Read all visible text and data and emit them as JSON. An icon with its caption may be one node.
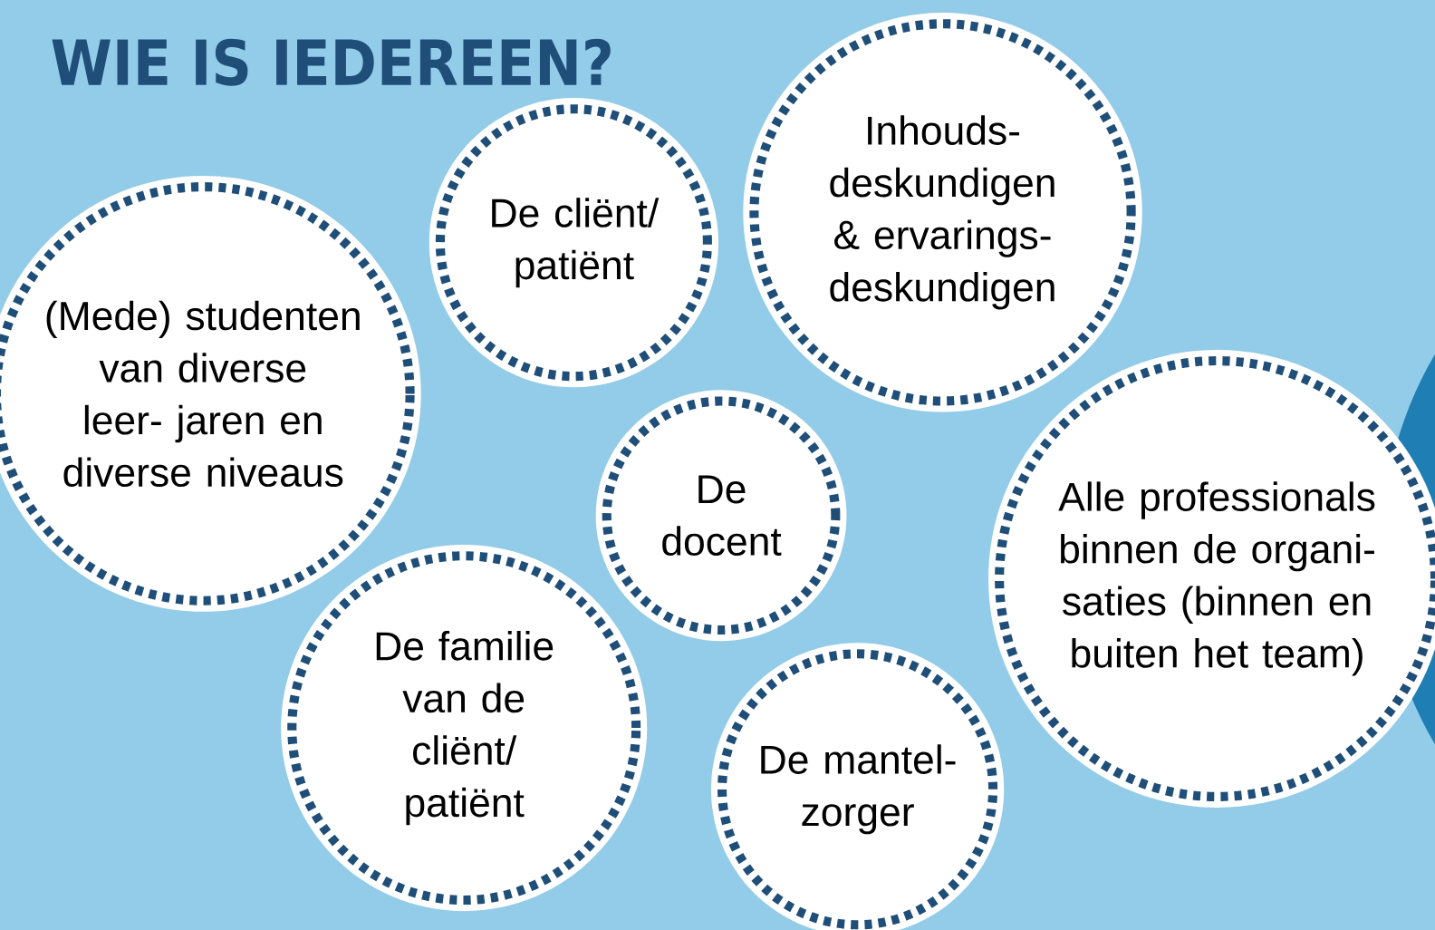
{
  "diagram": {
    "title": "WIE IS IEDEREEN?",
    "nodes": [
      {
        "text": [
          "(Mede) studenten van diverse leer- jaren en diverse niveaus"
        ]
      },
      {
        "text": [
          "De cliënt/ patiënt"
        ]
      },
      {
        "text": [
          "Inhouds- deskundigen & ervarings- deskundigen"
        ]
      },
      {
        "text": [
          "De docent"
        ]
      },
      {
        "text": [
          "De familie van de cliënt/ patiënt"
        ]
      },
      {
        "text": [
          "De mantel- zorger"
        ]
      },
      {
        "text": [
          "Alle professionals binnen de organi- saties (binnen en buiten het team)"
        ]
      }
    ]
  }
}
